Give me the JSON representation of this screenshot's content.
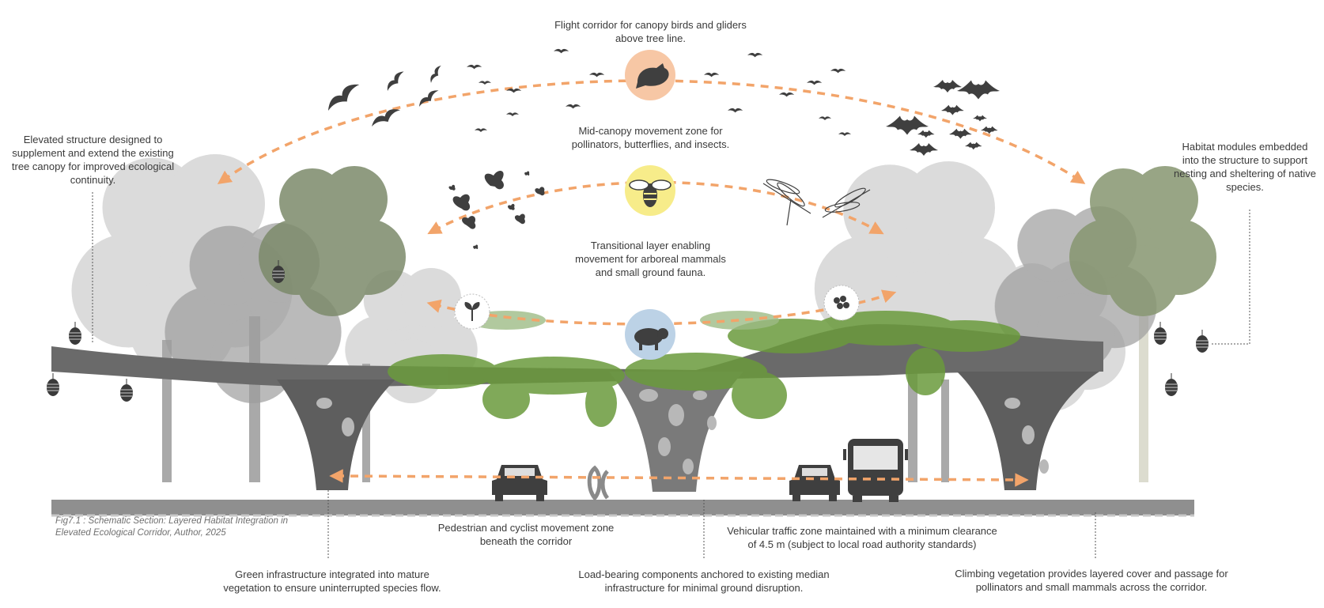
{
  "labels": {
    "flight_corridor": "Flight corridor for canopy birds and gliders above tree line.",
    "mid_canopy": "Mid-canopy movement zone for pollinators, butterflies, and insects.",
    "transitional": "Transitional layer enabling movement for arboreal mammals and small ground fauna.",
    "elevated_structure": "Elevated structure designed to supplement and extend the existing tree canopy for improved ecological continuity.",
    "habitat_modules": "Habitat modules embedded into the structure to support nesting and sheltering of native species.",
    "pedestrian_zone": "Pedestrian and cyclist movement zone beneath the corridor",
    "vehicular_zone": "Vehicular traffic zone maintained with a minimum clearance of 4.5 m (subject to local road authority standards)",
    "green_infrastructure": "Green infrastructure integrated into mature vegetation to ensure uninterrupted species flow.",
    "load_bearing": "Load-bearing components anchored to existing median infrastructure for minimal ground disruption.",
    "climbing_vegetation": "Climbing vegetation provides layered cover and passage for pollinators and small mammals across the corridor.",
    "figure_caption": "Fig7.1 : Schematic Section: Layered Habitat Integration in Elevated Ecological Corridor, Author, 2025"
  },
  "icons": {
    "bird": "bird-icon",
    "bee": "bee-icon",
    "pig": "pig-icon",
    "sprout": "sprout-icon",
    "berries": "berries-icon",
    "car": "car-icon",
    "bus": "bus-icon",
    "cyclist": "cyclist-icon",
    "bat": "bat-icon",
    "butterfly": "butterfly-icon",
    "dragonfly": "dragonfly-icon",
    "habitat_module": "habitat-module-icon"
  },
  "colors": {
    "arrow": "#f2a46a",
    "bird_circle": "#f7c7a5",
    "bee_circle": "#f7ec8a",
    "pig_circle": "#bcd2e6",
    "structure": "#6a6a6a",
    "tree_light": "#c4c4c4",
    "foliage_green": "#6a9a3c",
    "road": "#8f8f8f",
    "text": "#3a3a3a"
  }
}
